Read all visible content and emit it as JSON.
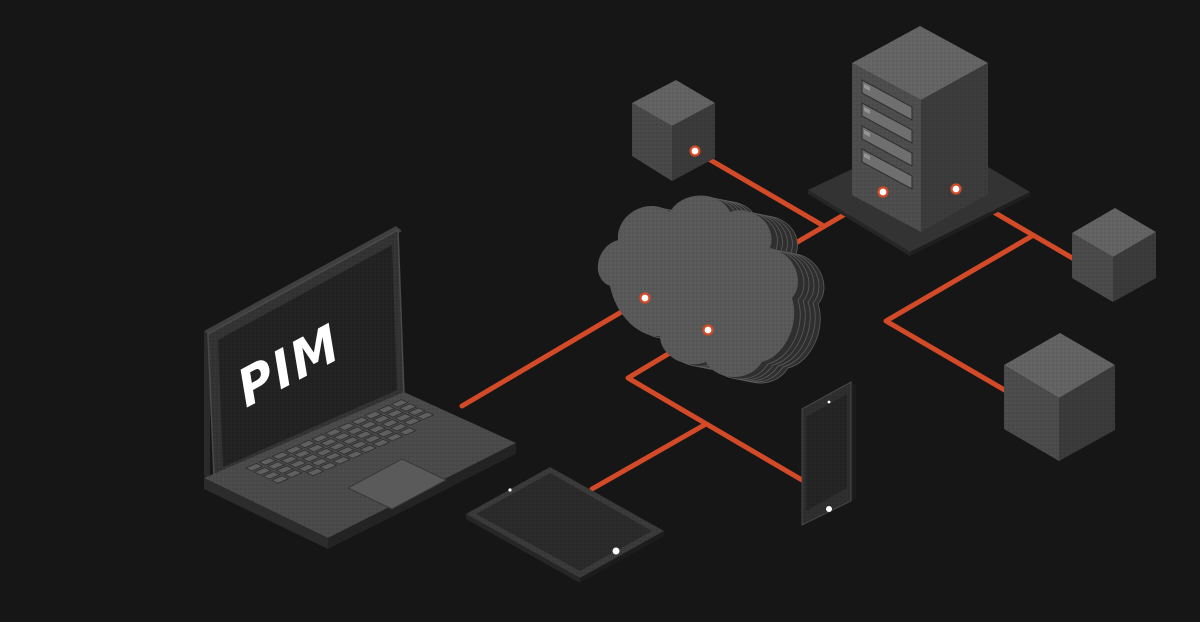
{
  "laptop": {
    "screen_text": "PIM"
  },
  "colors": {
    "background": "#161616",
    "connection_line": "#d24a27",
    "device_dark": "#2c2c2c",
    "device_mid": "#4a4a4a",
    "device_light": "#5e5e5e",
    "screen": "#222222"
  },
  "nodes": [
    {
      "name": "laptop",
      "icon": "laptop-icon"
    },
    {
      "name": "cloud",
      "icon": "cloud-icon"
    },
    {
      "name": "server",
      "icon": "server-tower-icon"
    },
    {
      "name": "tablet",
      "icon": "tablet-icon"
    },
    {
      "name": "smartphone",
      "icon": "smartphone-icon"
    },
    {
      "name": "cube-top",
      "icon": "cube-icon"
    },
    {
      "name": "cube-right-upper",
      "icon": "cube-icon"
    },
    {
      "name": "cube-right-lower",
      "icon": "cube-icon"
    }
  ]
}
